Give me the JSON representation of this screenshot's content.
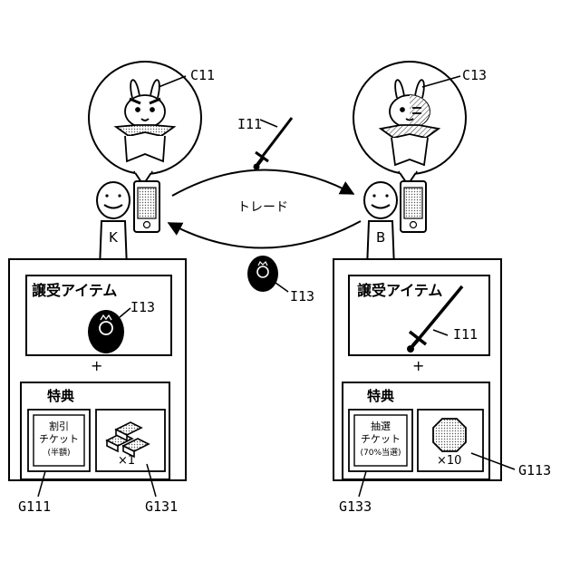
{
  "diagram": {
    "trade_label": "トレード",
    "plus_sign": "+",
    "labels": {
      "c11": "C11",
      "c13": "C13",
      "i11_top": "I11",
      "i13_mid": "I13",
      "i13_box": "I13",
      "i11_box": "I11",
      "g111": "G111",
      "g131": "G131",
      "g133": "G133",
      "g113": "G113"
    },
    "left_user": {
      "tag": "K",
      "item_box_title": "譲受アイテム",
      "bonus_title": "特典",
      "ticket_line1": "割引",
      "ticket_line2": "チケット",
      "ticket_note": "(半額)",
      "bonus_count": "×1"
    },
    "right_user": {
      "tag": "B",
      "item_box_title": "譲受アイテム",
      "bonus_title": "特典",
      "ticket_line1": "抽選",
      "ticket_line2": "チケット",
      "ticket_note": "(70%当選)",
      "bonus_count": "×10"
    }
  },
  "colors": {
    "ink": "#000000",
    "paper": "#ffffff",
    "screen_dot": "#9a9a9a"
  }
}
